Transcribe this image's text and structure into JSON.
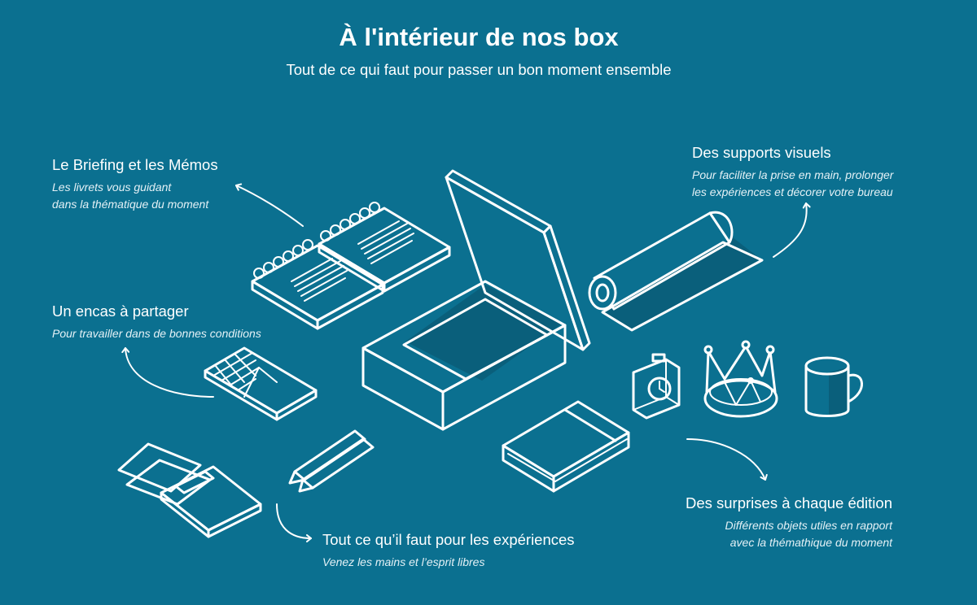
{
  "header": {
    "title": "À l'intérieur de nos box",
    "subtitle": "Tout de ce qui faut pour passer un bon moment ensemble"
  },
  "callouts": {
    "briefing": {
      "heading": "Le Briefing et les Mémos",
      "line1": "Les livrets vous guidant",
      "line2": "dans la thématique du moment"
    },
    "encas": {
      "heading": "Un encas à partager",
      "line1": "Pour travailler dans de bonnes conditions"
    },
    "experiences": {
      "heading": "Tout ce qu’il faut pour les expériences",
      "line1": "Venez les mains et l’esprit libres"
    },
    "supports": {
      "heading": "Des supports visuels",
      "line1": "Pour faciliter la prise en main, prolonger",
      "line2": "les expériences et décorer votre bureau"
    },
    "surprises": {
      "heading": "Des surprises à chaque édition",
      "line1": "Différents objets utiles en rapport",
      "line2": "avec la thémathique du moment"
    }
  },
  "icons": [
    "box-icon",
    "notepad-icon",
    "chocolate-bar-icon",
    "pencils-icon",
    "cards-icon",
    "poster-roll-icon",
    "stopwatch-icon",
    "crown-icon",
    "mug-icon",
    "notebook-icon",
    "arrow-icon"
  ],
  "colors": {
    "background": "#0b7090",
    "foreground": "#ffffff",
    "shadow": "#0a5f7b"
  }
}
